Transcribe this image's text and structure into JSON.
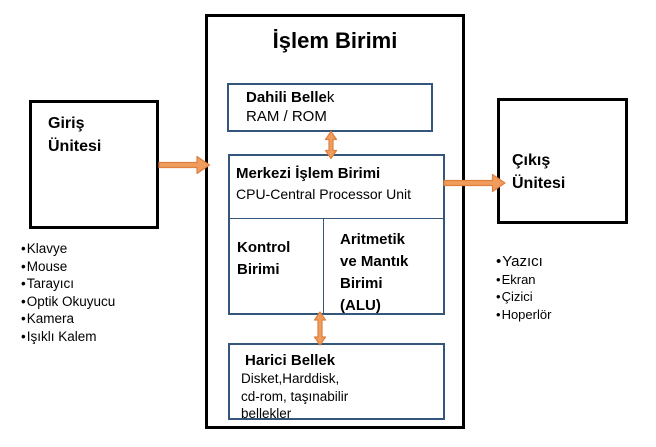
{
  "bullet": "•",
  "colors": {
    "blue-border": "#34567B",
    "black-border": "#000000",
    "arrow-fill": "#F09C5C",
    "arrow-stroke": "#DD8142"
  },
  "processing_unit": {
    "title": "İşlem Birimi",
    "internal_memory": {
      "title_bold": "Dahili Belle",
      "title_tail": "k",
      "subtitle": "RAM / ROM"
    },
    "cpu": {
      "title": "Merkezi İşlem Birimi",
      "subtitle": "CPU-Central Processor Unit",
      "control_unit_lines": [
        "Kontrol",
        "Birimi"
      ],
      "alu_lines": [
        "Aritmetik",
        "ve Mantık",
        "Birimi",
        "(ALU)"
      ]
    },
    "external_memory": {
      "title": "Harici Bellek",
      "lines": [
        "Disket,Harddisk,",
        "cd-rom, taşınabilir",
        "bellekler"
      ]
    }
  },
  "input_unit": {
    "title_lines": [
      "Giriş",
      "Ünitesi"
    ],
    "devices": [
      "Klavye",
      "Mouse",
      "Tarayıcı",
      "Optik Okuyucu",
      "Kamera",
      "Işıklı Kalem"
    ]
  },
  "output_unit": {
    "title_lines": [
      "Çıkış",
      "Ünitesi"
    ],
    "devices": [
      "Yazıcı",
      "Ekran",
      "Çizici",
      "Hoperlör"
    ]
  },
  "connections": [
    "input-unit-to-processing-unit-arrow",
    "internal-memory-cpu-double-arrow",
    "cpu-to-output-unit-arrow",
    "cpu-external-memory-double-arrow"
  ]
}
